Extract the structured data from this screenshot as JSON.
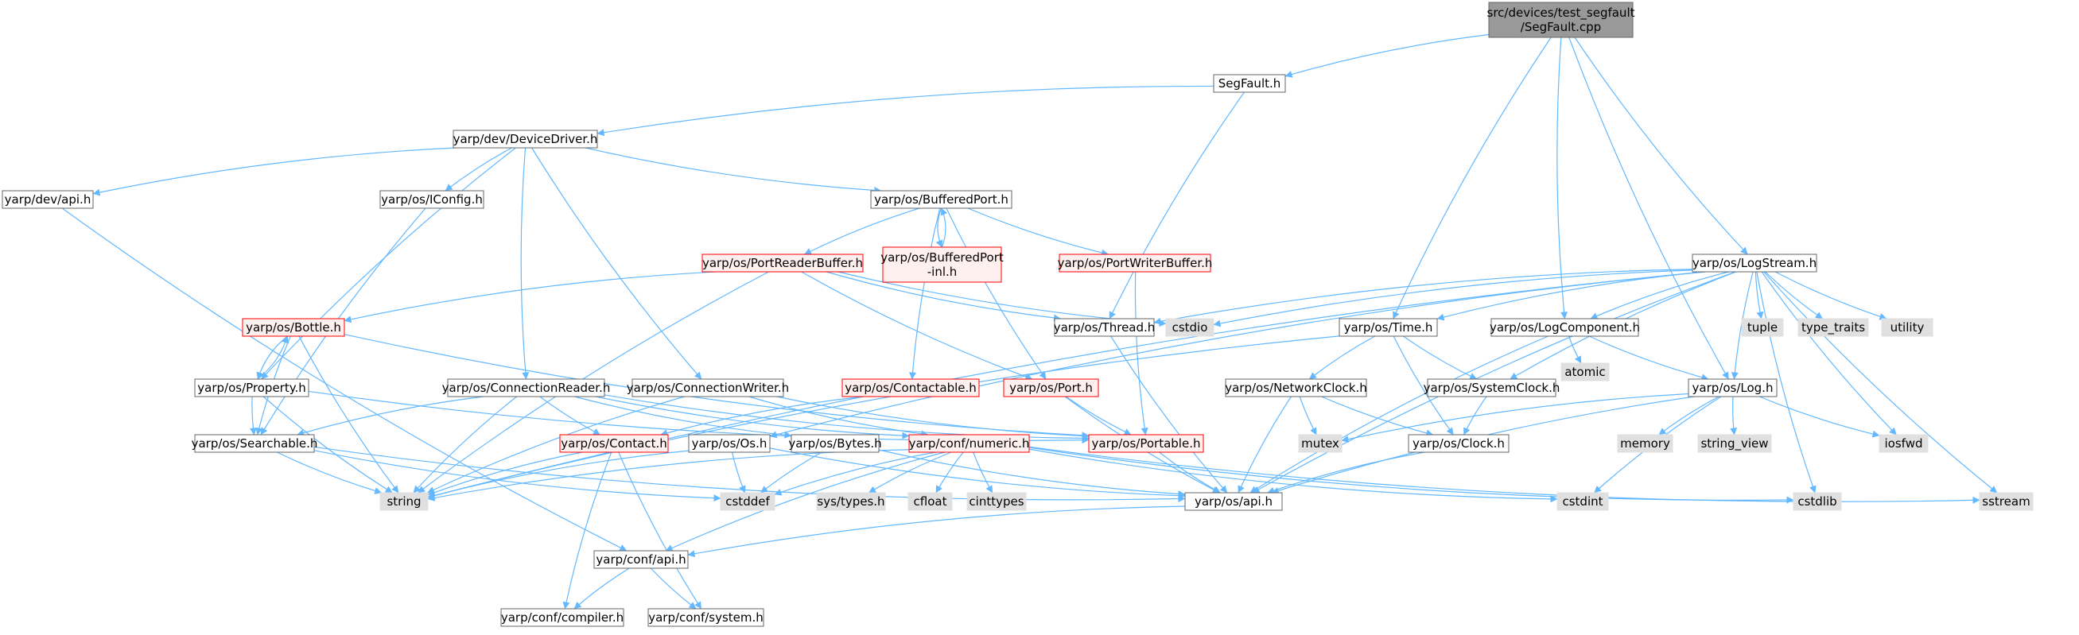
{
  "colors": {
    "edge": "#63b8ff",
    "node_fill": "#ffffff",
    "node_stroke": "#666666",
    "root_fill": "#999999",
    "root_stroke": "#666666",
    "red_stroke": "#ff0000",
    "red_fill": "#fff0f0",
    "gray_fill": "#e0e0e0",
    "gray_stroke": "#e0e0e0",
    "text": "#000000"
  },
  "nodes": {
    "root": {
      "lines": [
        "src/devices/test_segfault",
        "/SegFault.cpp"
      ],
      "style": "root"
    },
    "segfault_h": {
      "lines": [
        "SegFault.h"
      ],
      "style": "normal"
    },
    "devicedriver": {
      "lines": [
        "yarp/dev/DeviceDriver.h"
      ],
      "style": "normal"
    },
    "dev_api": {
      "lines": [
        "yarp/dev/api.h"
      ],
      "style": "normal"
    },
    "iconfig": {
      "lines": [
        "yarp/os/IConfig.h"
      ],
      "style": "normal"
    },
    "bufferedport": {
      "lines": [
        "yarp/os/BufferedPort.h"
      ],
      "style": "normal"
    },
    "bufferedport_inl": {
      "lines": [
        "yarp/os/BufferedPort",
        "-inl.h"
      ],
      "style": "red"
    },
    "portreaderbuffer": {
      "lines": [
        "yarp/os/PortReaderBuffer.h"
      ],
      "style": "red"
    },
    "portwriterbuffer": {
      "lines": [
        "yarp/os/PortWriterBuffer.h"
      ],
      "style": "red"
    },
    "logstream": {
      "lines": [
        "yarp/os/LogStream.h"
      ],
      "style": "normal"
    },
    "bottle": {
      "lines": [
        "yarp/os/Bottle.h"
      ],
      "style": "red"
    },
    "thread": {
      "lines": [
        "yarp/os/Thread.h"
      ],
      "style": "normal"
    },
    "cstdio": {
      "lines": [
        "cstdio"
      ],
      "style": "gray"
    },
    "time": {
      "lines": [
        "yarp/os/Time.h"
      ],
      "style": "normal"
    },
    "logcomponent": {
      "lines": [
        "yarp/os/LogComponent.h"
      ],
      "style": "normal"
    },
    "tuple": {
      "lines": [
        "tuple"
      ],
      "style": "gray"
    },
    "type_traits": {
      "lines": [
        "type_traits"
      ],
      "style": "gray"
    },
    "utility": {
      "lines": [
        "utility"
      ],
      "style": "gray"
    },
    "atomic": {
      "lines": [
        "atomic"
      ],
      "style": "gray"
    },
    "property": {
      "lines": [
        "yarp/os/Property.h"
      ],
      "style": "normal"
    },
    "connectionreader": {
      "lines": [
        "yarp/os/ConnectionReader.h"
      ],
      "style": "normal"
    },
    "connectionwriter": {
      "lines": [
        "yarp/os/ConnectionWriter.h"
      ],
      "style": "normal"
    },
    "contactable": {
      "lines": [
        "yarp/os/Contactable.h"
      ],
      "style": "red"
    },
    "port": {
      "lines": [
        "yarp/os/Port.h"
      ],
      "style": "red"
    },
    "networkclock": {
      "lines": [
        "yarp/os/NetworkClock.h"
      ],
      "style": "normal"
    },
    "systemclock": {
      "lines": [
        "yarp/os/SystemClock.h"
      ],
      "style": "normal"
    },
    "log": {
      "lines": [
        "yarp/os/Log.h"
      ],
      "style": "normal"
    },
    "searchable": {
      "lines": [
        "yarp/os/Searchable.h"
      ],
      "style": "normal"
    },
    "contact": {
      "lines": [
        "yarp/os/Contact.h"
      ],
      "style": "red"
    },
    "os_h": {
      "lines": [
        "yarp/os/Os.h"
      ],
      "style": "normal"
    },
    "bytes": {
      "lines": [
        "yarp/os/Bytes.h"
      ],
      "style": "normal"
    },
    "numeric": {
      "lines": [
        "yarp/conf/numeric.h"
      ],
      "style": "red"
    },
    "portable": {
      "lines": [
        "yarp/os/Portable.h"
      ],
      "style": "red"
    },
    "mutex": {
      "lines": [
        "mutex"
      ],
      "style": "gray"
    },
    "clock": {
      "lines": [
        "yarp/os/Clock.h"
      ],
      "style": "normal"
    },
    "memory": {
      "lines": [
        "memory"
      ],
      "style": "gray"
    },
    "string_view": {
      "lines": [
        "string_view"
      ],
      "style": "gray"
    },
    "iosfwd": {
      "lines": [
        "iosfwd"
      ],
      "style": "gray"
    },
    "string": {
      "lines": [
        "string"
      ],
      "style": "gray"
    },
    "cstddef": {
      "lines": [
        "cstddef"
      ],
      "style": "gray"
    },
    "systypes": {
      "lines": [
        "sys/types.h"
      ],
      "style": "gray"
    },
    "cfloat": {
      "lines": [
        "cfloat"
      ],
      "style": "gray"
    },
    "cinttypes": {
      "lines": [
        "cinttypes"
      ],
      "style": "gray"
    },
    "os_api": {
      "lines": [
        "yarp/os/api.h"
      ],
      "style": "normal"
    },
    "cstdint": {
      "lines": [
        "cstdint"
      ],
      "style": "gray"
    },
    "cstdlib": {
      "lines": [
        "cstdlib"
      ],
      "style": "gray"
    },
    "sstream": {
      "lines": [
        "sstream"
      ],
      "style": "gray"
    },
    "conf_api": {
      "lines": [
        "yarp/conf/api.h"
      ],
      "style": "normal"
    },
    "compiler": {
      "lines": [
        "yarp/conf/compiler.h"
      ],
      "style": "normal"
    },
    "system": {
      "lines": [
        "yarp/conf/system.h"
      ],
      "style": "normal"
    }
  },
  "edges": [
    [
      "root",
      "segfault_h"
    ],
    [
      "root",
      "time"
    ],
    [
      "root",
      "logcomponent"
    ],
    [
      "root",
      "log"
    ],
    [
      "root",
      "logstream"
    ],
    [
      "segfault_h",
      "devicedriver"
    ],
    [
      "segfault_h",
      "thread"
    ],
    [
      "devicedriver",
      "dev_api"
    ],
    [
      "devicedriver",
      "iconfig"
    ],
    [
      "devicedriver",
      "bufferedport"
    ],
    [
      "devicedriver",
      "property"
    ],
    [
      "devicedriver",
      "connectionreader"
    ],
    [
      "devicedriver",
      "connectionwriter"
    ],
    [
      "dev_api",
      "conf_api"
    ],
    [
      "iconfig",
      "searchable"
    ],
    [
      "bufferedport",
      "portreaderbuffer"
    ],
    [
      "bufferedport",
      "bufferedport_inl"
    ],
    [
      "bufferedport",
      "portwriterbuffer"
    ],
    [
      "bufferedport",
      "contactable"
    ],
    [
      "bufferedport",
      "port"
    ],
    [
      "bufferedport_inl",
      "bufferedport"
    ],
    [
      "portreaderbuffer",
      "bottle"
    ],
    [
      "portreaderbuffer",
      "thread"
    ],
    [
      "portreaderbuffer",
      "cstdio"
    ],
    [
      "portreaderbuffer",
      "port"
    ],
    [
      "portreaderbuffer",
      "string"
    ],
    [
      "portwriterbuffer",
      "portable"
    ],
    [
      "logstream",
      "thread"
    ],
    [
      "logstream",
      "cstdio"
    ],
    [
      "logstream",
      "time"
    ],
    [
      "logstream",
      "logcomponent"
    ],
    [
      "logstream",
      "tuple"
    ],
    [
      "logstream",
      "type_traits"
    ],
    [
      "logstream",
      "utility"
    ],
    [
      "logstream",
      "log"
    ],
    [
      "logstream",
      "iosfwd"
    ],
    [
      "logstream",
      "systemclock"
    ],
    [
      "logstream",
      "string"
    ],
    [
      "logstream",
      "os_h"
    ],
    [
      "logstream",
      "os_api"
    ],
    [
      "logstream",
      "cstdlib"
    ],
    [
      "logstream",
      "sstream"
    ],
    [
      "bottle",
      "property"
    ],
    [
      "bottle",
      "searchable"
    ],
    [
      "bottle",
      "string"
    ],
    [
      "bottle",
      "portable"
    ],
    [
      "property",
      "bottle"
    ],
    [
      "property",
      "searchable"
    ],
    [
      "property",
      "string"
    ],
    [
      "property",
      "portable"
    ],
    [
      "thread",
      "os_api"
    ],
    [
      "time",
      "networkclock"
    ],
    [
      "time",
      "systemclock"
    ],
    [
      "time",
      "clock"
    ],
    [
      "time",
      "string"
    ],
    [
      "logcomponent",
      "atomic"
    ],
    [
      "logcomponent",
      "log"
    ],
    [
      "logcomponent",
      "os_api"
    ],
    [
      "connectionreader",
      "searchable"
    ],
    [
      "connectionreader",
      "contact"
    ],
    [
      "connectionreader",
      "bytes"
    ],
    [
      "connectionreader",
      "string"
    ],
    [
      "connectionreader",
      "portable"
    ],
    [
      "connectionreader",
      "numeric"
    ],
    [
      "connectionwriter",
      "portable"
    ],
    [
      "connectionwriter",
      "numeric"
    ],
    [
      "connectionwriter",
      "string"
    ],
    [
      "contactable",
      "contact"
    ],
    [
      "port",
      "portable"
    ],
    [
      "port",
      "os_api"
    ],
    [
      "networkclock",
      "clock"
    ],
    [
      "networkclock",
      "mutex"
    ],
    [
      "networkclock",
      "os_api"
    ],
    [
      "systemclock",
      "clock"
    ],
    [
      "log",
      "memory"
    ],
    [
      "log",
      "string_view"
    ],
    [
      "log",
      "iosfwd"
    ],
    [
      "log",
      "mutex"
    ],
    [
      "log",
      "cstdint"
    ],
    [
      "log",
      "os_api"
    ],
    [
      "searchable",
      "string"
    ],
    [
      "searchable",
      "cstddef"
    ],
    [
      "searchable",
      "os_api"
    ],
    [
      "contact",
      "string"
    ],
    [
      "contact",
      "compiler"
    ],
    [
      "contact",
      "system"
    ],
    [
      "os_h",
      "string"
    ],
    [
      "os_h",
      "cstddef"
    ],
    [
      "os_h",
      "os_api"
    ],
    [
      "bytes",
      "cstddef"
    ],
    [
      "bytes",
      "os_api"
    ],
    [
      "numeric",
      "conf_api"
    ],
    [
      "numeric",
      "cstddef"
    ],
    [
      "numeric",
      "systypes"
    ],
    [
      "numeric",
      "cfloat"
    ],
    [
      "numeric",
      "cinttypes"
    ],
    [
      "numeric",
      "string"
    ],
    [
      "numeric",
      "cstdint"
    ],
    [
      "numeric",
      "cstdlib"
    ],
    [
      "numeric",
      "sstream"
    ],
    [
      "portable",
      "os_api"
    ],
    [
      "clock",
      "os_api"
    ],
    [
      "os_api",
      "conf_api"
    ],
    [
      "conf_api",
      "compiler"
    ],
    [
      "conf_api",
      "system"
    ]
  ]
}
